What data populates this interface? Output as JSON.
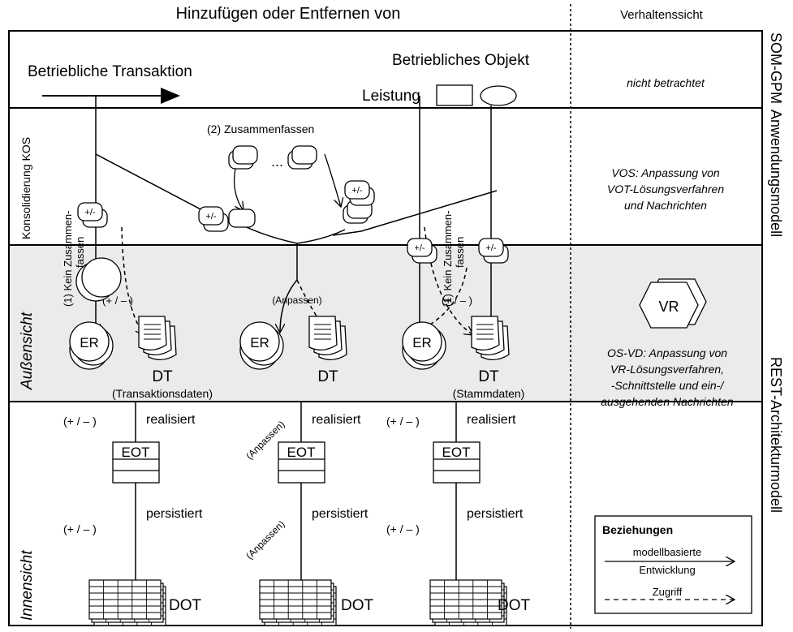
{
  "header": {
    "left": "Hinzufügen oder Entfernen von",
    "right": "Verhaltenssicht"
  },
  "side_labels": {
    "som_gpm": "SOM-GPM",
    "anwendungsmodell": "Anwendungsmodell",
    "rest": "REST-Architekturmodell"
  },
  "row_labels": {
    "konsolidierung": "Konsolidierung KOS",
    "aussensicht": "Außensicht",
    "innensicht": "Innensicht"
  },
  "top": {
    "transaktion": "Betriebliche Transaktion",
    "objekt": "Betriebliches Objekt",
    "leistung": "Leistung",
    "nicht_betrachtet": "nicht betrachtet"
  },
  "kos": {
    "kein_line1": "(1) Kein Zusammen-",
    "kein_line2": "fassen",
    "zusammenfassen": "(2) Zusammenfassen",
    "plusminus": "+/-",
    "ellipsis": "...",
    "vos": [
      "VOS: Anpassung von",
      "VOT-Lösungsverfahren",
      "und Nachrichten"
    ]
  },
  "aussen": {
    "pm": "(+ / – )",
    "anpassen": "(Anpassen)",
    "er": "ER",
    "dt": "DT",
    "transaktionsdaten": "(Transaktionsdaten)",
    "stammdaten": "(Stammdaten)",
    "vr": "VR",
    "osvd": [
      "OS-VD: Anpassung von",
      "VR-Lösungsverfahren,",
      "-Schnittstelle und ein-/",
      "ausgehenden Nachrichten"
    ]
  },
  "innen": {
    "realisiert": "realisiert",
    "persistiert": "persistiert",
    "eot": "EOT",
    "dot": "DOT",
    "pm": "(+ / – )",
    "anpassen": "(Anpassen)"
  },
  "legend": {
    "title": "Beziehungen",
    "modellbasierte": "modellbasierte",
    "entwicklung": "Entwicklung",
    "zugriff": "Zugriff"
  }
}
